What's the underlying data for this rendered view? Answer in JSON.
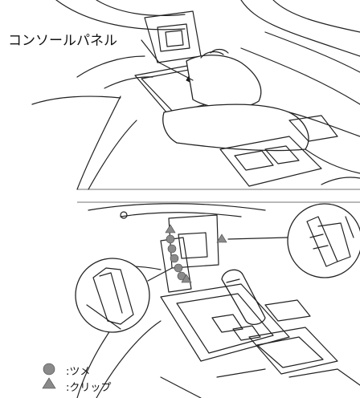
{
  "top_panel": {
    "callout_label": "コンソールパネル"
  },
  "legend": {
    "items": [
      {
        "symbol": "circle-marker",
        "label": ":ツメ",
        "color": "#8a8a8a"
      },
      {
        "symbol": "triangle-marker",
        "label": ":クリップ",
        "color": "#8a8a8a"
      }
    ]
  }
}
